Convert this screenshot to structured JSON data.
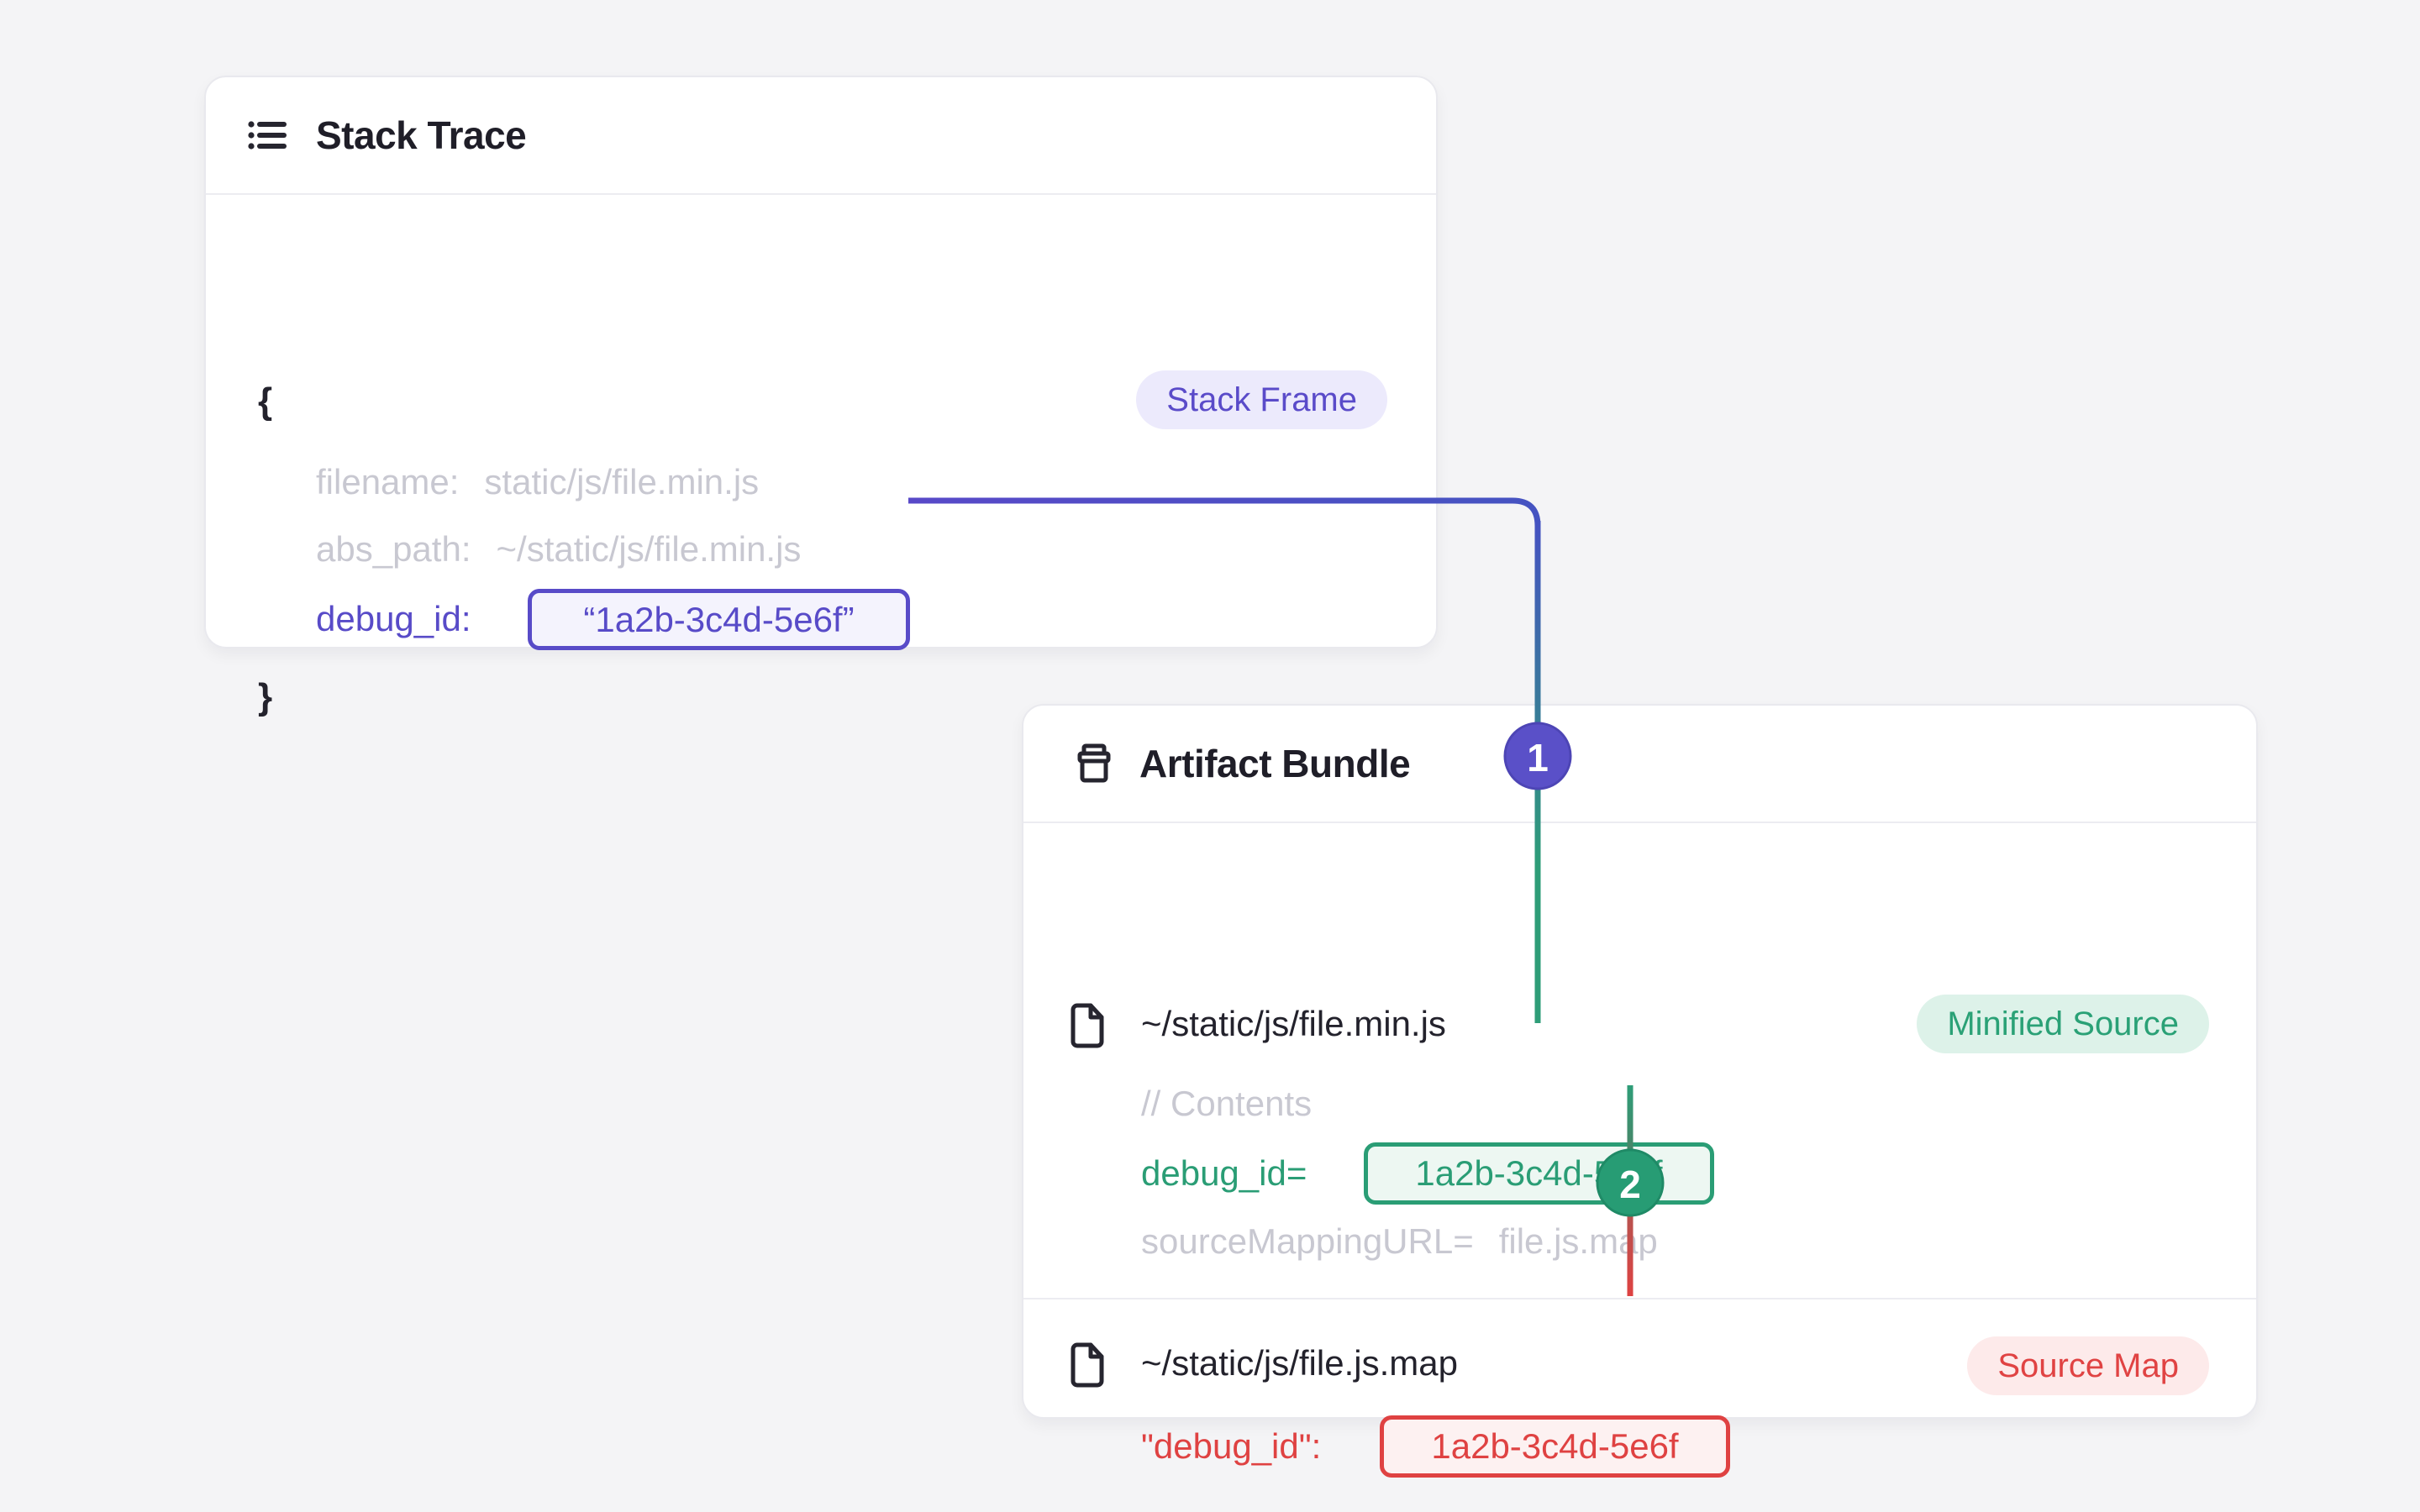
{
  "colors": {
    "purple": "#584bc8",
    "green": "#2a9d75",
    "red": "#df4242"
  },
  "stack_trace": {
    "title": "Stack Trace",
    "frame_badge": "Stack Frame",
    "brace_open": "{",
    "brace_close": "}",
    "filename_label": "filename:",
    "filename_value": "static/js/file.min.js",
    "abs_path_label": "abs_path:",
    "abs_path_value": "~/static/js/file.min.js",
    "debug_label": "debug_id:",
    "debug_value": "“1a2b-3c4d-5e6f”"
  },
  "artifact_bundle": {
    "title": "Artifact Bundle",
    "minified": {
      "path": "~/static/js/file.min.js",
      "badge": "Minified Source",
      "comment": "// Contents",
      "debug_label": "debug_id=",
      "debug_value": "1a2b-3c4d-5e6f",
      "mapping_label": "sourceMappingURL=",
      "mapping_value": "file.js.map"
    },
    "sourcemap": {
      "path": "~/static/js/file.js.map",
      "badge": "Source Map",
      "debug_label": "\"debug_id\":",
      "debug_value": "1a2b-3c4d-5e6f"
    }
  },
  "markers": {
    "step1": "1",
    "step2": "2"
  }
}
